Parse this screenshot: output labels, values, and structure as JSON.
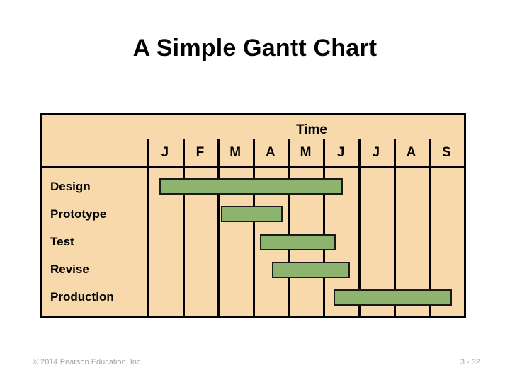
{
  "slide": {
    "title": "A Simple Gantt Chart"
  },
  "footer": {
    "copyright": "© 2014 Pearson Education, Inc.",
    "page_number": "3 - 32"
  },
  "colors": {
    "chart_background": "#f7d9ac",
    "bar_fill": "#8cb46e",
    "bar_border": "#1a1a1a",
    "grid_line": "#000000",
    "title_text": "#000000",
    "footer_text": "#a6a6a6"
  },
  "chart_data": {
    "type": "bar",
    "title": "A Simple Gantt Chart",
    "xlabel": "Time",
    "ylabel": "",
    "grid": true,
    "legend": "none",
    "axis_header": "Time",
    "categories": [
      "J",
      "F",
      "M",
      "A",
      "M",
      "J",
      "J",
      "A",
      "S"
    ],
    "category_full_names": [
      "January",
      "February",
      "March",
      "April",
      "May",
      "June",
      "July",
      "August",
      "September"
    ],
    "xlim": [
      0,
      9
    ],
    "tasks": [
      {
        "label": "Design",
        "start_month": 0.35,
        "end_month": 5.55
      },
      {
        "label": "Prototype",
        "start_month": 2.1,
        "end_month": 3.85
      },
      {
        "label": "Test",
        "start_month": 3.2,
        "end_month": 5.35
      },
      {
        "label": "Revise",
        "start_month": 3.55,
        "end_month": 5.75
      },
      {
        "label": "Production",
        "start_month": 5.3,
        "end_month": 8.65
      }
    ]
  }
}
